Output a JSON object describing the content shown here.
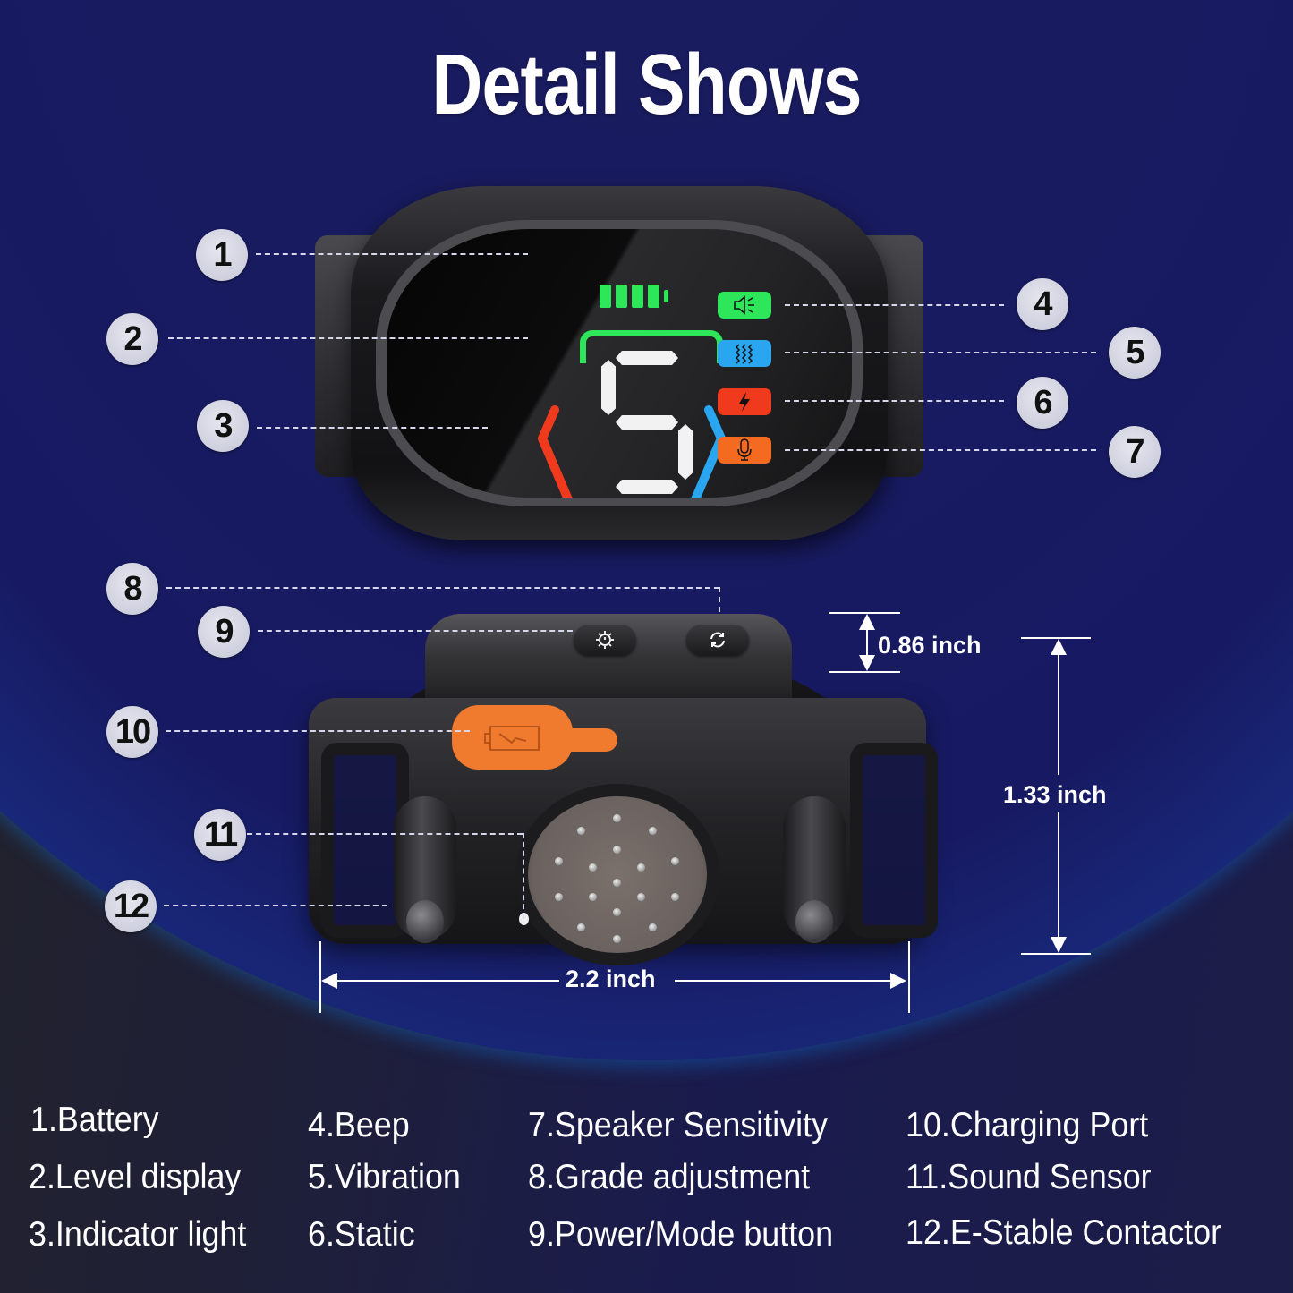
{
  "title": "Detail Shows",
  "colors": {
    "background_dark": "#232329",
    "background_navy": "#1a1b4d",
    "arc_glow": "#1a86e6",
    "battery_green": "#2ee65a",
    "beep_green": "#2ee65a",
    "vibration_blue": "#2aa6f0",
    "static_red": "#f03a1e",
    "sensitivity_orange": "#f46a20",
    "charging_port_orange": "#f07a2e",
    "badge_fill": "#cfd0de"
  },
  "top_device": {
    "level_digit": "5",
    "battery_bars": 4,
    "mode_icons": [
      {
        "name": "beep",
        "icon": "speaker-icon",
        "color": "#2ee65a",
        "glyph": "🔈"
      },
      {
        "name": "vibration",
        "icon": "vibration-icon",
        "color": "#2aa6f0",
        "glyph": "≋"
      },
      {
        "name": "static",
        "icon": "lightning-icon",
        "color": "#f03a1e",
        "glyph": "ϟ"
      },
      {
        "name": "sensitivity",
        "icon": "microphone-icon",
        "color": "#f46a20",
        "glyph": "🎙"
      }
    ]
  },
  "bottom_device": {
    "buttons": [
      {
        "name": "power-mode",
        "icon": "gear-power-icon",
        "glyph": "⚙"
      },
      {
        "name": "grade-adjustment",
        "icon": "refresh-icon",
        "glyph": "⟳"
      }
    ]
  },
  "callouts": [
    "1",
    "2",
    "3",
    "4",
    "5",
    "6",
    "7",
    "8",
    "9",
    "10",
    "11",
    "12"
  ],
  "dimensions": {
    "button_height": "0.86 inch",
    "body_height": "1.33 inch",
    "width": "2.2 inch"
  },
  "legend": {
    "col1": [
      "1.Battery",
      "2.Level display",
      "3.Indicator light"
    ],
    "col2": [
      "4.Beep",
      "5.Vibration",
      "6.Static"
    ],
    "col3": [
      "7.Speaker Sensitivity",
      "8.Grade adjustment",
      "9.Power/Mode button"
    ],
    "col4": [
      "10.Charging Port",
      "11.Sound Sensor",
      "12.E-Stable Contactor"
    ]
  }
}
